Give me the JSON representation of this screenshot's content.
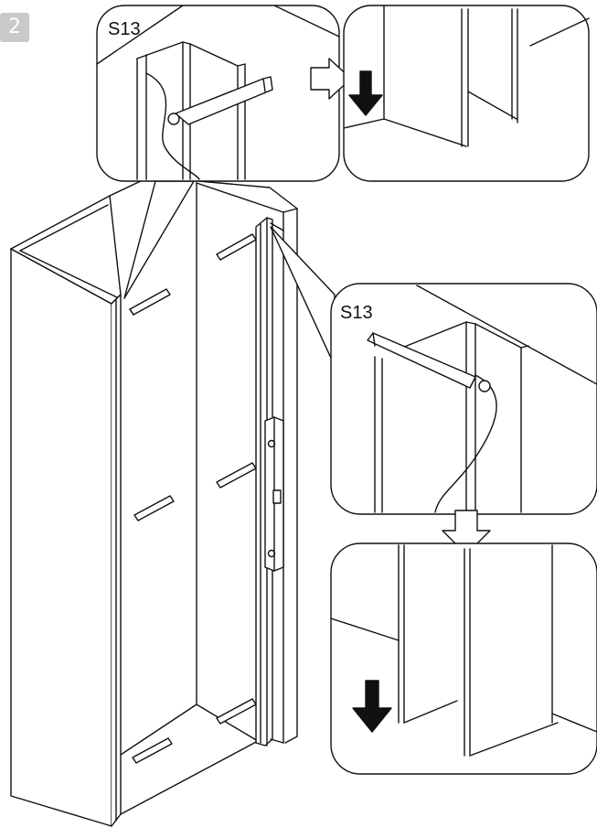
{
  "step": {
    "number": "2"
  },
  "callouts": [
    {
      "label": "S13"
    },
    {
      "label": "S13"
    }
  ],
  "colors": {
    "line": "#111111",
    "badge": "#c9c9c9",
    "fill": "#ffffff"
  }
}
